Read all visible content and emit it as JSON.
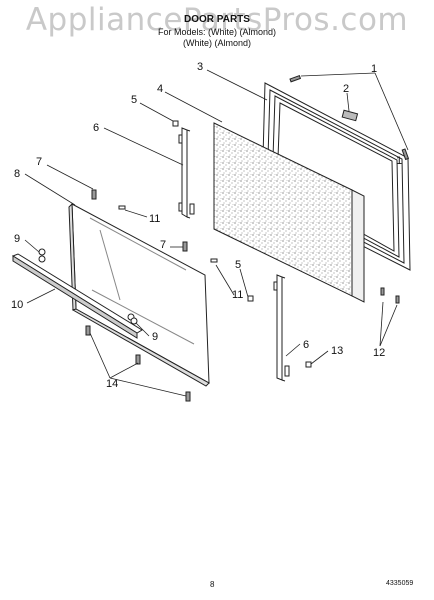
{
  "watermark": "AppliancePartsPros.com",
  "header": {
    "title": "DOOR PARTS",
    "subtitle": "For Models: (White) (Almond)",
    "colors": "(White)        (Almond)"
  },
  "callouts": [
    "1",
    "1",
    "2",
    "3",
    "4",
    "5",
    "5",
    "6",
    "6",
    "7",
    "7",
    "8",
    "9",
    "9",
    "10",
    "11",
    "11",
    "12",
    "13",
    "14"
  ],
  "footer": {
    "page_number": "8",
    "part_code": "4335059"
  }
}
